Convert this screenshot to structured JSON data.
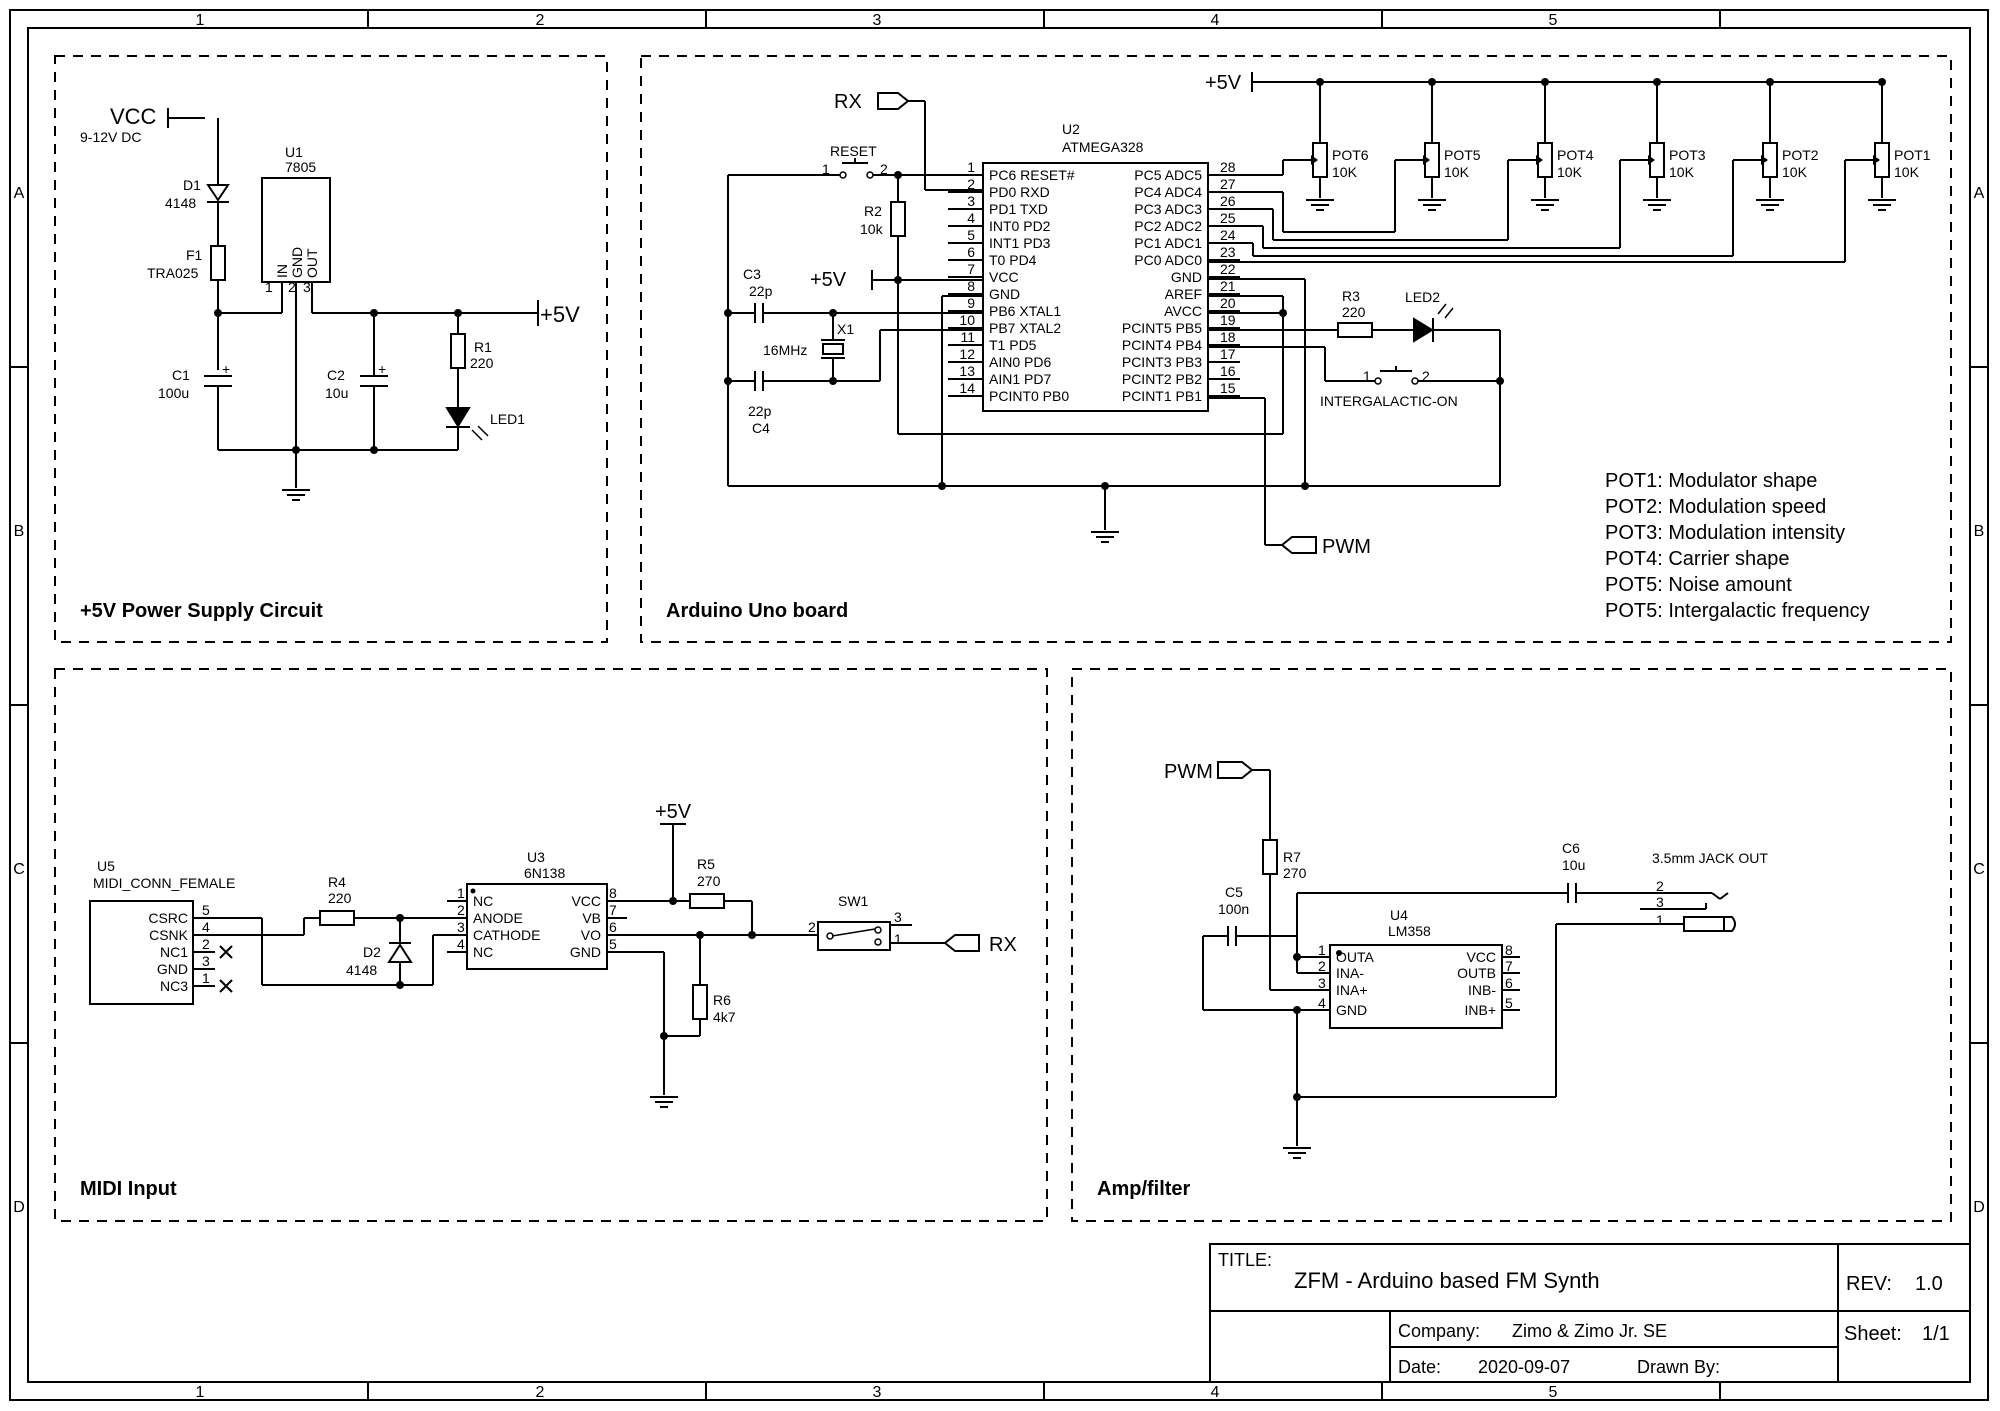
{
  "frame": {
    "cols": [
      "1",
      "2",
      "3",
      "4",
      "5"
    ],
    "rows": [
      "A",
      "B",
      "C",
      "D"
    ]
  },
  "sections": {
    "power": "+5V Power Supply Circuit",
    "arduino": "Arduino Uno board",
    "midi": "MIDI Input",
    "amp": "Amp/filter"
  },
  "power": {
    "vcc": "VCC",
    "vcc_note": "9-12V DC",
    "d1_ref": "D1",
    "d1_val": "4148",
    "f1_ref": "F1",
    "f1_val": "TRA025",
    "u1_ref": "U1",
    "u1_val": "7805",
    "u1_pins": [
      "IN",
      "GND",
      "OUT"
    ],
    "u1_pin_nums": [
      "1",
      "2",
      "3"
    ],
    "c1_ref": "C1",
    "c1_val": "100u",
    "c2_ref": "C2",
    "c2_val": "10u",
    "r1_ref": "R1",
    "r1_val": "220",
    "led1": "LED1",
    "out": "+5V",
    "plus": "+"
  },
  "arduino": {
    "rx": "RX",
    "reset_label": "RESET",
    "sw_pin1": "1",
    "sw_pin2": "2",
    "r2_ref": "R2",
    "r2_val": "10k",
    "p5v": "+5V",
    "c3_ref": "C3",
    "c3_val": "22p",
    "c4_ref": "C4",
    "c4_val": "22p",
    "x1_ref": "X1",
    "x1_val": "16MHz",
    "u2_ref": "U2",
    "u2_val": "ATMEGA328",
    "left_pins": [
      {
        "num": "1",
        "name": "PC6 RESET#"
      },
      {
        "num": "2",
        "name": "PD0 RXD"
      },
      {
        "num": "3",
        "name": "PD1 TXD"
      },
      {
        "num": "4",
        "name": "INT0 PD2"
      },
      {
        "num": "5",
        "name": "INT1 PD3"
      },
      {
        "num": "6",
        "name": "T0 PD4"
      },
      {
        "num": "7",
        "name": "VCC"
      },
      {
        "num": "8",
        "name": "GND"
      },
      {
        "num": "9",
        "name": "PB6 XTAL1"
      },
      {
        "num": "10",
        "name": "PB7 XTAL2"
      },
      {
        "num": "11",
        "name": "T1 PD5"
      },
      {
        "num": "12",
        "name": "AIN0 PD6"
      },
      {
        "num": "13",
        "name": "AIN1 PD7"
      },
      {
        "num": "14",
        "name": "PCINT0 PB0"
      }
    ],
    "right_pins": [
      {
        "num": "28",
        "name": "PC5 ADC5"
      },
      {
        "num": "27",
        "name": "PC4 ADC4"
      },
      {
        "num": "26",
        "name": "PC3 ADC3"
      },
      {
        "num": "25",
        "name": "PC2 ADC2"
      },
      {
        "num": "24",
        "name": "PC1 ADC1"
      },
      {
        "num": "23",
        "name": "PC0 ADC0"
      },
      {
        "num": "22",
        "name": "GND"
      },
      {
        "num": "21",
        "name": "AREF"
      },
      {
        "num": "20",
        "name": "AVCC"
      },
      {
        "num": "19",
        "name": "PCINT5 PB5"
      },
      {
        "num": "18",
        "name": "PCINT4 PB4"
      },
      {
        "num": "17",
        "name": "PCINT3 PB3"
      },
      {
        "num": "16",
        "name": "PCINT2 PB2"
      },
      {
        "num": "15",
        "name": "PCINT1 PB1"
      }
    ],
    "p5v_top": "+5V",
    "pots": [
      {
        "ref": "POT6",
        "val": "10K"
      },
      {
        "ref": "POT5",
        "val": "10K"
      },
      {
        "ref": "POT4",
        "val": "10K"
      },
      {
        "ref": "POT3",
        "val": "10K"
      },
      {
        "ref": "POT2",
        "val": "10K"
      },
      {
        "ref": "POT1",
        "val": "10K"
      }
    ],
    "r3_ref": "R3",
    "r3_val": "220",
    "led2": "LED2",
    "sw2_label": "INTERGALACTIC-ON",
    "sw2_pin1": "1",
    "sw2_pin2": "2",
    "pwm": "PWM",
    "notes": [
      "POT1: Modulator shape",
      "POT2: Modulation speed",
      "POT3: Modulation intensity",
      "POT4: Carrier shape",
      "POT5: Noise amount",
      "POT5: Intergalactic frequency"
    ]
  },
  "midi": {
    "u5_ref": "U5",
    "u5_val": "MIDI_CONN_FEMALE",
    "u5_pins": [
      {
        "num": "5",
        "name": "CSRC"
      },
      {
        "num": "4",
        "name": "CSNK"
      },
      {
        "num": "2",
        "name": "NC1"
      },
      {
        "num": "3",
        "name": "GND"
      },
      {
        "num": "1",
        "name": "NC3"
      }
    ],
    "r4_ref": "R4",
    "r4_val": "220",
    "d2_ref": "D2",
    "d2_val": "4148",
    "u3_ref": "U3",
    "u3_val": "6N138",
    "u3_left": [
      {
        "num": "1",
        "name": "NC"
      },
      {
        "num": "2",
        "name": "ANODE"
      },
      {
        "num": "3",
        "name": "CATHODE"
      },
      {
        "num": "4",
        "name": "NC"
      }
    ],
    "u3_right": [
      {
        "num": "8",
        "name": "VCC"
      },
      {
        "num": "7",
        "name": "VB"
      },
      {
        "num": "6",
        "name": "VO"
      },
      {
        "num": "5",
        "name": "GND"
      }
    ],
    "p5v": "+5V",
    "r5_ref": "R5",
    "r5_val": "270",
    "r6_ref": "R6",
    "r6_val": "4k7",
    "sw1_ref": "SW1",
    "sw1_pins": [
      "2",
      "3",
      "1"
    ],
    "rx": "RX"
  },
  "amp": {
    "pwm": "PWM",
    "r7_ref": "R7",
    "r7_val": "270",
    "c5_ref": "C5",
    "c5_val": "100n",
    "c6_ref": "C6",
    "c6_val": "10u",
    "jack": "3.5mm JACK OUT",
    "jack_pins": [
      "2",
      "3",
      "1"
    ],
    "u4_ref": "U4",
    "u4_val": "LM358",
    "u4_left": [
      {
        "num": "1",
        "name": "OUTA"
      },
      {
        "num": "2",
        "name": "INA-"
      },
      {
        "num": "3",
        "name": "INA+"
      },
      {
        "num": "4",
        "name": "GND"
      }
    ],
    "u4_right": [
      {
        "num": "8",
        "name": "VCC"
      },
      {
        "num": "7",
        "name": "OUTB"
      },
      {
        "num": "6",
        "name": "INB-"
      },
      {
        "num": "5",
        "name": "INB+"
      }
    ]
  },
  "title_block": {
    "title_label": "TITLE:",
    "title": "ZFM - Arduino based FM Synth",
    "rev_label": "REV:",
    "rev": "1.0",
    "company_label": "Company:",
    "company": "Zimo & Zimo Jr. SE",
    "sheet_label": "Sheet:",
    "sheet": "1/1",
    "date_label": "Date:",
    "date": "2020-09-07",
    "drawn_label": "Drawn By:"
  }
}
